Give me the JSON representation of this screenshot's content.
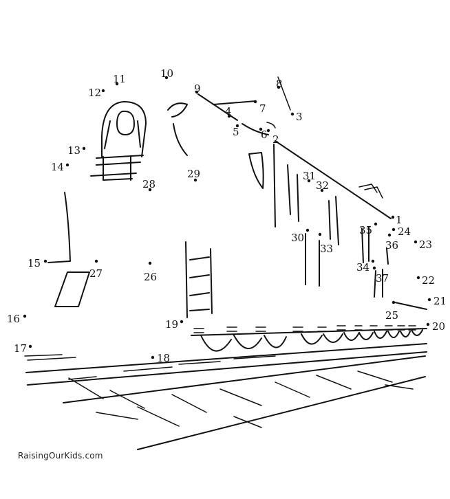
{
  "credit": "RaisingOurKids.com",
  "points": [
    {
      "label": "1"
    },
    {
      "label": "2"
    },
    {
      "label": "3"
    },
    {
      "label": "4"
    },
    {
      "label": "5"
    },
    {
      "label": "6"
    },
    {
      "label": "7"
    },
    {
      "label": "8"
    },
    {
      "label": "9"
    },
    {
      "label": "10"
    },
    {
      "label": "11"
    },
    {
      "label": "12"
    },
    {
      "label": "13"
    },
    {
      "label": "14"
    },
    {
      "label": "15"
    },
    {
      "label": "16"
    },
    {
      "label": "17"
    },
    {
      "label": "18"
    },
    {
      "label": "19"
    },
    {
      "label": "20"
    },
    {
      "label": "21"
    },
    {
      "label": "22"
    },
    {
      "label": "23"
    },
    {
      "label": "24"
    },
    {
      "label": "25"
    },
    {
      "label": "26"
    },
    {
      "label": "27"
    },
    {
      "label": "28"
    },
    {
      "label": "29"
    },
    {
      "label": "30"
    },
    {
      "label": "31"
    },
    {
      "label": "32"
    },
    {
      "label": "33"
    },
    {
      "label": "34"
    },
    {
      "label": "35"
    },
    {
      "label": "36"
    },
    {
      "label": "37"
    }
  ]
}
